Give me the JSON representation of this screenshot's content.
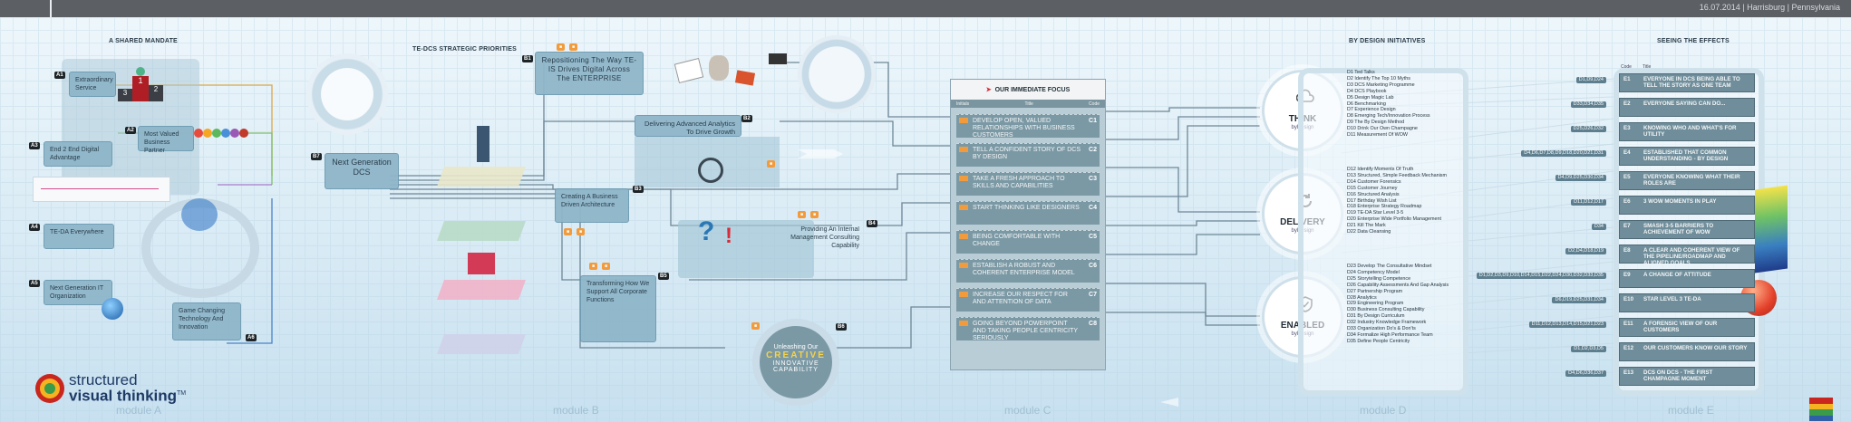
{
  "topbar": {
    "date": "16.07.2014 | Harrisburg | Pennsylvania"
  },
  "sections": {
    "shared_mandate": "A SHARED MANDATE",
    "strategic_priorities": "TE-DCS STRATEGIC PRIORITIES",
    "design_initiatives": "BY DESIGN INITIATIVES",
    "effects": "SEEING THE EFFECTS"
  },
  "modules": [
    "module A",
    "module B",
    "module C",
    "module D",
    "module E"
  ],
  "module_a": {
    "items": [
      {
        "code": "A1",
        "label": "Extraordinary Service"
      },
      {
        "code": "A2",
        "label": "Most Valued Business Partner"
      },
      {
        "code": "A3",
        "label": "End 2 End Digital Advantage"
      },
      {
        "code": "A4",
        "label": "TE-DA Everywhere"
      },
      {
        "code": "A5",
        "label": "Next Generation IT Organization"
      },
      {
        "code": "A6",
        "label": "Game Changing Technology And Innovation"
      }
    ],
    "podium": [
      "1",
      "2",
      "3"
    ]
  },
  "module_b": {
    "next_gen": "Next Generation DCS",
    "b1": "Repositioning The Way TE-IS Drives Digital Across The ENTERPRISE",
    "b2": "Delivering Advanced Analytics To Drive Growth",
    "b3": "Creating A Business Driven Architecture",
    "b4": "Providing An Internal Management Consulting Capability",
    "b5": "Transforming How We Support All Corporate Functions",
    "b6_line1": "Unleashing Our",
    "b6_line2": "CREATIVE",
    "b6_line3": "INNOVATIVE",
    "b6_line4": "CAPABILITY",
    "codes": [
      "B1",
      "B2",
      "B3",
      "B4",
      "B5",
      "B6",
      "B7"
    ]
  },
  "focus": {
    "title": "OUR IMMEDIATE FOCUS",
    "col_left": "Initials",
    "col_mid": "Title",
    "col_right": "Code",
    "rows": [
      {
        "text": "DEVELOP OPEN, VALUED RELATIONSHIPS WITH BUSINESS CUSTOMERS",
        "code": "C1"
      },
      {
        "text": "TELL A CONFIDENT STORY OF DCS BY DESIGN",
        "code": "C2"
      },
      {
        "text": "TAKE A FRESH APPROACH TO SKILLS AND CAPABILITIES",
        "code": "C3"
      },
      {
        "text": "START THINKING LIKE DESIGNERS",
        "code": "C4"
      },
      {
        "text": "BEING COMFORTABLE WITH CHANGE",
        "code": "C5"
      },
      {
        "text": "ESTABLISH A ROBUST AND COHERENT ENTERPRISE MODEL",
        "code": "C6"
      },
      {
        "text": "INCREASE OUR RESPECT FOR AND ATTENTION OF DATA",
        "code": "C7"
      },
      {
        "text": "GOING BEYOND POWERPOINT AND TAKING PEOPLE CENTRICITY SERIOUSLY",
        "code": "C8"
      }
    ]
  },
  "circles": [
    {
      "word": "THINK",
      "sub": "byDesign"
    },
    {
      "word": "DELIVERY",
      "sub": "byDesign"
    },
    {
      "word": "ENABLED",
      "sub": "byDesign"
    }
  ],
  "initiatives": {
    "group1": [
      "D1 Ted Talks",
      "D2 Identify The Top 10 Myths",
      "D3 DCS Marketing Programme",
      "D4 DCS Playbook",
      "D5 Design Magic Lab",
      "D6 Benchmarking",
      "D7 Experience Design",
      "D8 Emerging Tech/Innovation Process",
      "D9 The By Design Method",
      "D10 Drink Our Own Champagne",
      "D11 Measurement Of WOW"
    ],
    "group2": [
      "D12 Identify Moments Of Truth",
      "D13 Structured, Simple Feedback Mechanism",
      "D14 Customer Forensics",
      "D15 Customer Journey",
      "D16 Structured Analysis",
      "D17 Birthday Wish List",
      "D18 Enterprise Strategy Roadmap",
      "D19 TE-DA Star Level 3-5",
      "D20 Enterprise Wide Portfolio Management",
      "D21 Kill The Mark",
      "D22 Data Cleansing"
    ],
    "group3": [
      "D23 Develop The Consultative Mindset",
      "D24 Competency Model",
      "D25 Storytelling Competence",
      "D26 Capability Assessments And Gap Analysis",
      "D27 Partnership Program",
      "D28 Analytics",
      "D29 Engineering Program",
      "D30 Business Consulting Capability",
      "D31 By Design Curriculum",
      "D32 Industry Knowledge Framework",
      "D33 Organization Do's & Don'ts",
      "D34 Formalize High Performance Team",
      "D35 Define People Centricity"
    ]
  },
  "effects": {
    "col_code": "Code",
    "col_title": "Title",
    "rows": [
      {
        "code": "E1",
        "text": "EVERYONE IN DCS BEING ABLE TO TELL THE STORY AS ONE TEAM",
        "ref": "D1,D9,D24"
      },
      {
        "code": "E2",
        "text": "EVERYONE SAYING CAN DO...",
        "ref": "D33,D34,D35"
      },
      {
        "code": "E3",
        "text": "KNOWING WHO AND WHAT'S FOR UTILITY",
        "ref": "D25,D26,D32"
      },
      {
        "code": "E4",
        "text": "ESTABLISHED THAT COMMON UNDERSTANDING - BY DESIGN",
        "ref": "D4,D6,D7,D8,D9,D18,D20,D21,D31"
      },
      {
        "code": "E5",
        "text": "EVERYONE KNOWING WHAT THEIR ROLES ARE",
        "ref": "D4,D9,D25,D30,D34"
      },
      {
        "code": "E6",
        "text": "3 WOW MOMENTS IN PLAY",
        "ref": "D11,D12,D17"
      },
      {
        "code": "E7",
        "text": "SMASH 3-5 BARRIERS TO ACHIEVEMENT OF WOW",
        "ref": "D34"
      },
      {
        "code": "E8",
        "text": "A CLEAR AND COHERENT VIEW OF THE PIPELINE/ROADMAP AND ALIGNED GOALS",
        "ref": "D2,D4,D18,D19"
      },
      {
        "code": "E9",
        "text": "A CHANGE OF ATTITUDE",
        "ref": "D1,D2,D3,D9,D10,D14,D15,D22,D24,D30,D32,D33,D35"
      },
      {
        "code": "E10",
        "text": "STAR LEVEL 3 TE-DA",
        "ref": "D6,D19,D25,D31,D34"
      },
      {
        "code": "E11",
        "text": "A FORENSIC VIEW OF OUR CUSTOMERS",
        "ref": "D11,D12,D13,D14,D15,D21,D23"
      },
      {
        "code": "E12",
        "text": "OUR CUSTOMERS KNOW OUR STORY",
        "ref": "D1,D2,D3,D5"
      },
      {
        "code": "E13",
        "text": "DCS ON DCS - THE FIRST CHAMPAGNE MOMENT",
        "ref": "D4,D6,D36,D37"
      }
    ]
  },
  "logo": {
    "line1": "structured",
    "line2": "visual thinking",
    "tm": "TM"
  },
  "colors": {
    "accent_orange": "#f29b3c",
    "panel_blue": "#7b99a5",
    "dark_text": "#1e2a33",
    "logo_blue": "#1e3a66"
  }
}
